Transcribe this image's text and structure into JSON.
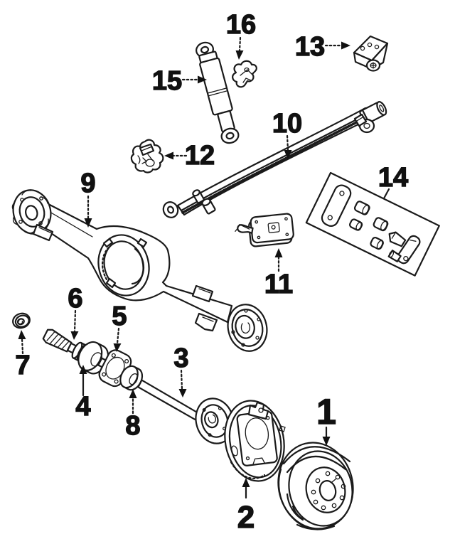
{
  "figure": {
    "background": "#ffffff",
    "ink": "#1a1a1a",
    "description_visible_text_only": true,
    "callouts": [
      {
        "label": "1"
      },
      {
        "label": "2"
      },
      {
        "label": "3"
      },
      {
        "label": "4"
      },
      {
        "label": "5"
      },
      {
        "label": "6"
      },
      {
        "label": "7"
      },
      {
        "label": "8"
      },
      {
        "label": "9"
      },
      {
        "label": "10"
      },
      {
        "label": "11"
      },
      {
        "label": "12"
      },
      {
        "label": "13"
      },
      {
        "label": "14"
      },
      {
        "label": "15"
      },
      {
        "label": "16"
      }
    ]
  }
}
